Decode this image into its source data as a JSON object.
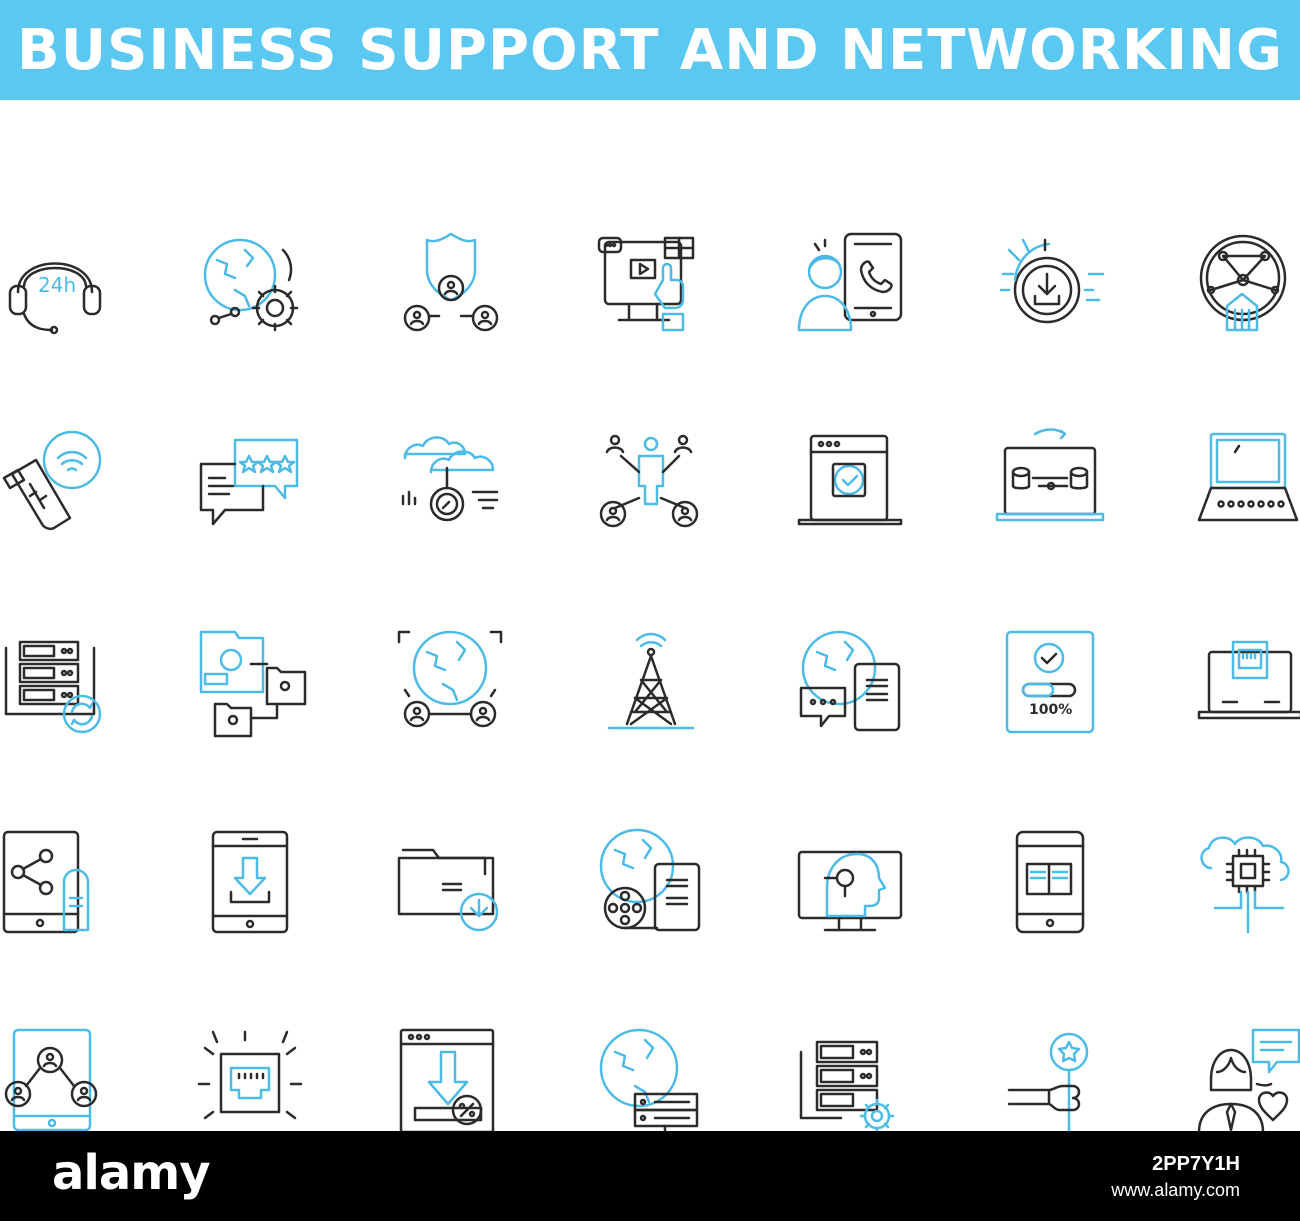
{
  "title": "BUSINESS SUPPORT AND NETWORKING",
  "colors": {
    "accent": "#5bc8f2",
    "stroke_dark": "#2b2b2b",
    "stroke_accent": "#4cbbe8",
    "background": "#ffffff"
  },
  "icons": [
    {
      "name": "headset-24h-icon",
      "label": "24h"
    },
    {
      "name": "globe-gear-icon"
    },
    {
      "name": "shield-network-users-icon"
    },
    {
      "name": "monitor-video-support-icon"
    },
    {
      "name": "person-phone-call-icon"
    },
    {
      "name": "download-circle-icon"
    },
    {
      "name": "network-node-building-icon"
    },
    {
      "name": "usb-wireless-icon"
    },
    {
      "name": "chat-rating-stars-icon"
    },
    {
      "name": "cloud-search-icon"
    },
    {
      "name": "person-connections-icon"
    },
    {
      "name": "laptop-check-window-icon"
    },
    {
      "name": "laptop-database-sync-icon"
    },
    {
      "name": "typewriter-laptop-icon"
    },
    {
      "name": "server-rack-sync-icon"
    },
    {
      "name": "folder-network-icon"
    },
    {
      "name": "globe-users-network-icon"
    },
    {
      "name": "radio-tower-icon"
    },
    {
      "name": "globe-chat-phone-icon"
    },
    {
      "name": "tablet-progress-icon",
      "label": "100%"
    },
    {
      "name": "laptop-ethernet-icon"
    },
    {
      "name": "tablet-share-touch-icon"
    },
    {
      "name": "tablet-download-icon"
    },
    {
      "name": "folder-download-icon"
    },
    {
      "name": "globe-film-phone-icon"
    },
    {
      "name": "monitor-robot-head-icon"
    },
    {
      "name": "phone-ebook-icon"
    },
    {
      "name": "cloud-chip-icon"
    },
    {
      "name": "tablet-user-network-icon"
    },
    {
      "name": "ethernet-port-icon"
    },
    {
      "name": "browser-download-discount-icon"
    },
    {
      "name": "globe-server-icon"
    },
    {
      "name": "server-rack-gear-icon"
    },
    {
      "name": "hand-star-award-icon"
    },
    {
      "name": "businesswoman-chat-heart-icon"
    }
  ],
  "footer": {
    "logo": "alamy",
    "image_id": "2PP7Y1H",
    "url": "www.alamy.com"
  }
}
